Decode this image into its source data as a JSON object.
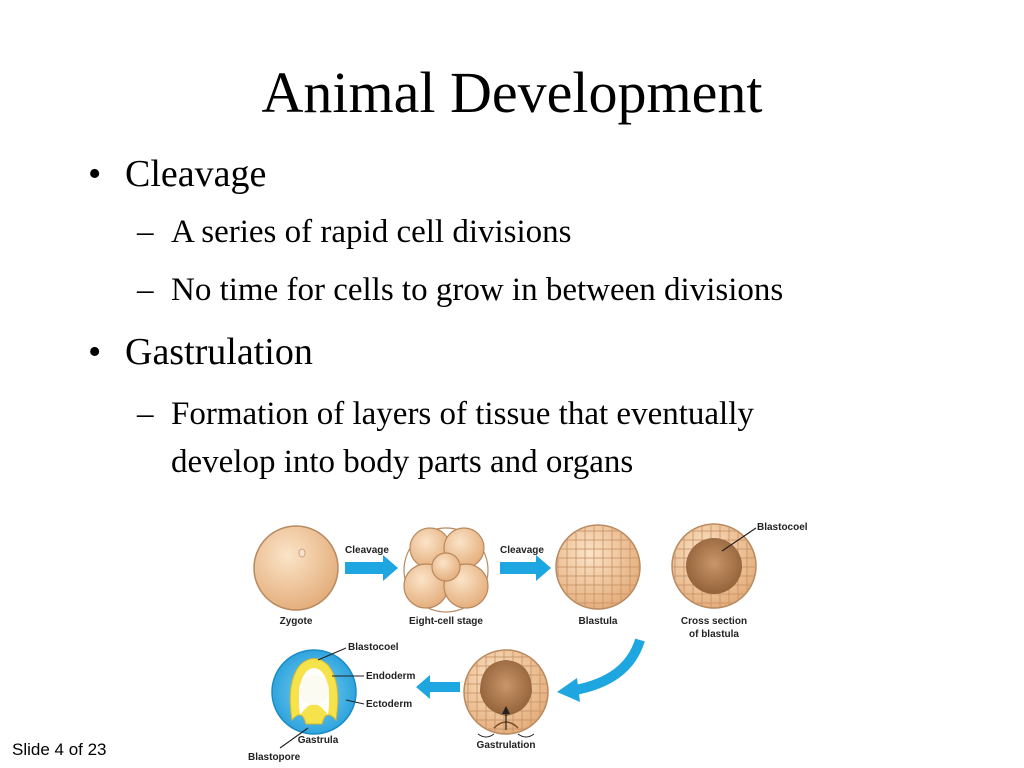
{
  "slide": {
    "title": "Animal Development",
    "bullets": [
      {
        "label": "Cleavage",
        "subs": [
          "A series of rapid cell divisions",
          "No time for cells to grow in between divisions"
        ]
      },
      {
        "label": "Gastrulation",
        "subs": [
          "Formation of layers of tissue that eventually",
          "develop into body parts and organs"
        ]
      }
    ],
    "bullet_glyph": "•",
    "dash_glyph": "–",
    "footer": "Slide 4 of 23"
  },
  "diagram": {
    "arrow_labels": [
      "Cleavage",
      "Cleavage"
    ],
    "stages": [
      "Zygote",
      "Eight-cell stage",
      "Blastula",
      "Cross section",
      "of blastula",
      "Gastrulation",
      "Gastrula"
    ],
    "callouts": [
      "Blastocoel",
      "Blastocoel",
      "Endoderm",
      "Ectoderm",
      "Blastopore"
    ],
    "colors": {
      "arrow": "#1ea6e0",
      "cell": "#f0c7a0",
      "cell_edge": "#b9895f",
      "ectoderm": "#3fb3e8",
      "endoderm": "#f6e24a",
      "inner": "#a0703f"
    }
  }
}
